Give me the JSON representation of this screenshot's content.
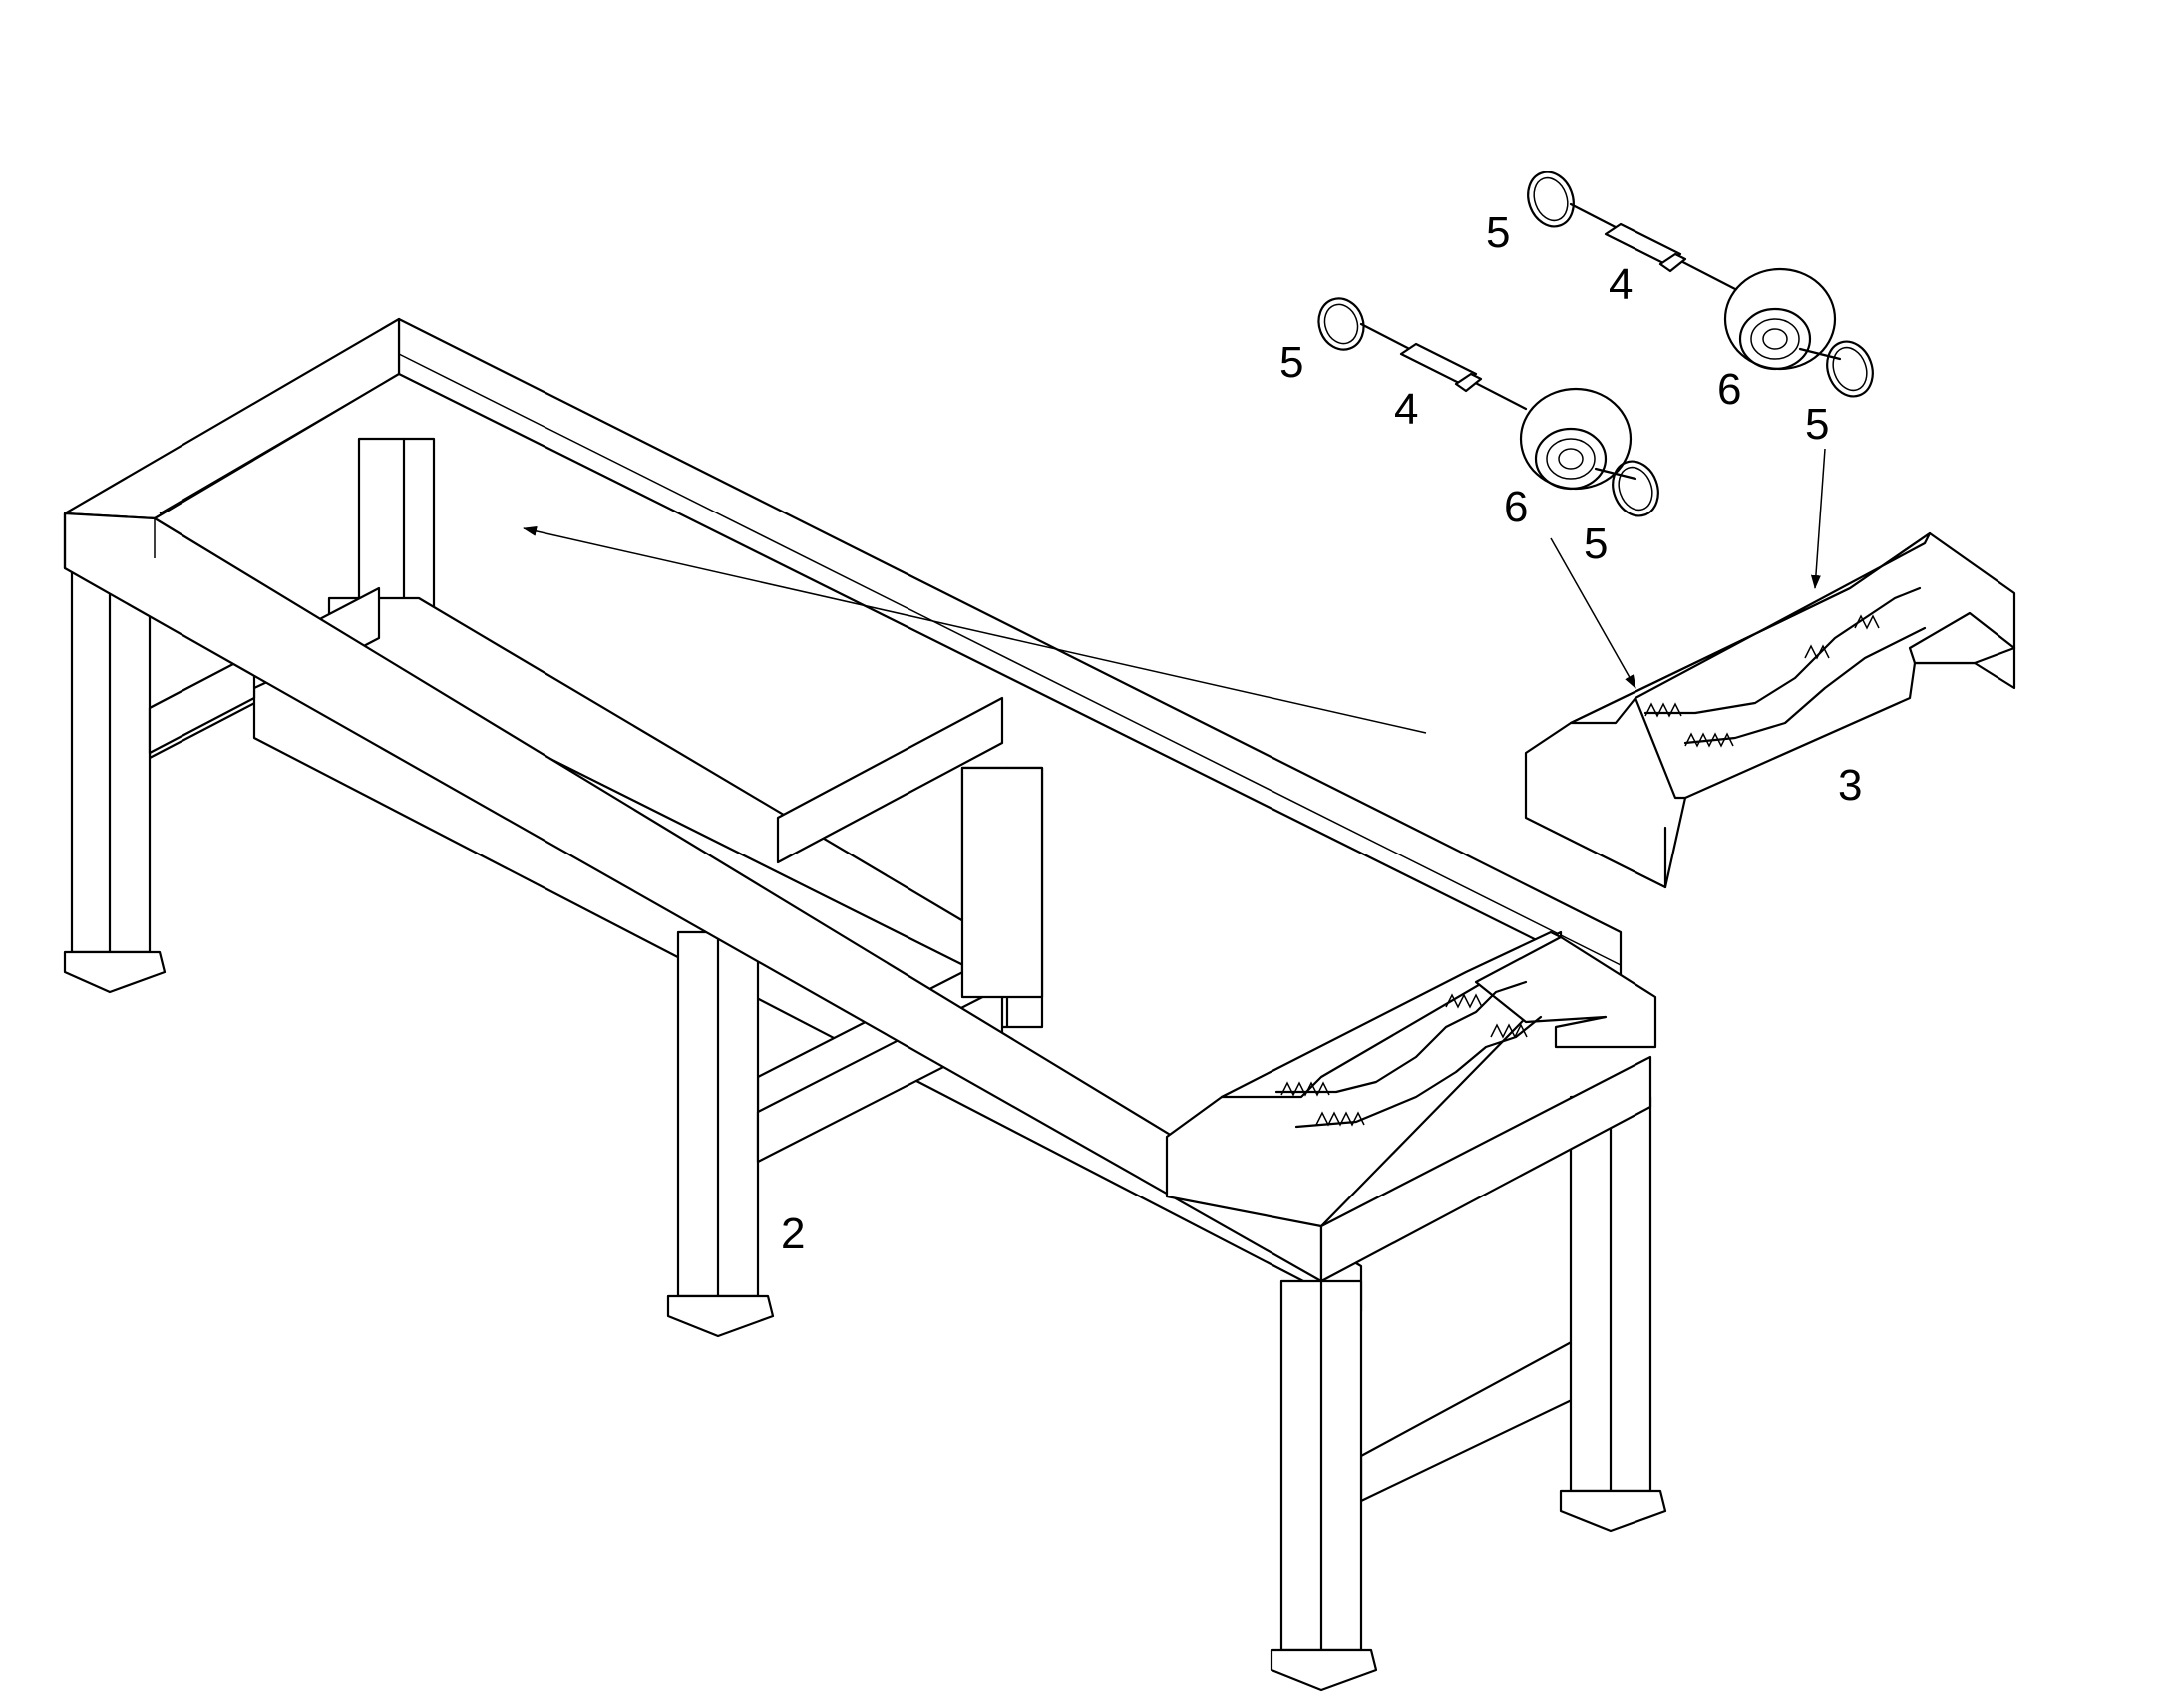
{
  "diagram": {
    "callouts": {
      "frame": "2",
      "roller_bracket": "3",
      "pin_upper": "4",
      "pin_lower": "4",
      "clip_upper_left": "5",
      "clip_upper_right": "5",
      "clip_lower_left": "5",
      "clip_lower_right": "5",
      "roller_upper": "6",
      "roller_lower": "6"
    }
  }
}
